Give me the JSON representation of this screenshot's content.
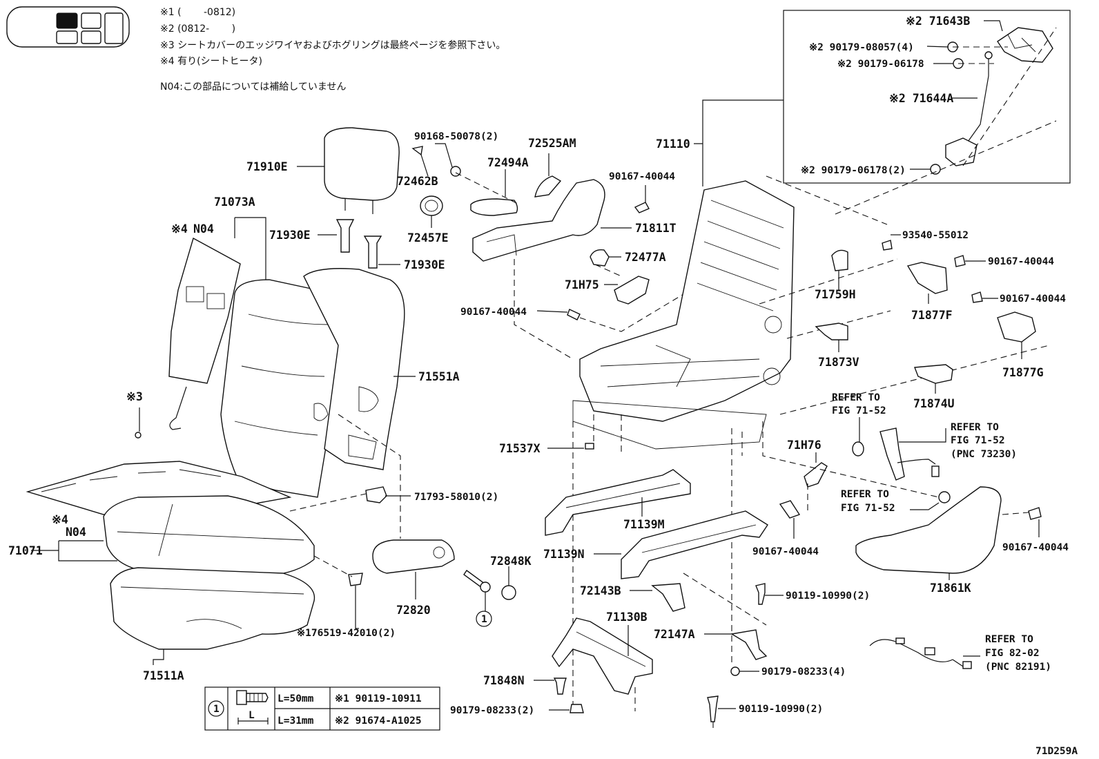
{
  "notes": {
    "n1": "※1 (　　 -0812)",
    "n2": "※2 (0812-　　 )",
    "n3": "※3 シートカバーのエッジワイヤおよびホグリングは最終ページを参照下さい。",
    "n4": "※4 有り(シートヒータ)",
    "n04": "N04:この部品については補給していません"
  },
  "labels": {
    "p71910E": "71910E",
    "p71073A": "71073A",
    "p71930E_1": "71930E",
    "p71930E_2": "71930E",
    "n4_top": "※4",
    "n04_top": "N04",
    "n3_side": "※3",
    "p71551A": "71551A",
    "p71071": "71071",
    "n4_bot": "※4",
    "n04_bot": "N04",
    "p71511A": "71511A",
    "p76519": "※176519-42010(2)",
    "p71793": "71793-58010(2)",
    "p72820": "72820",
    "p72848K": "72848K",
    "p90168": "90168-50078(2)",
    "p72462B": "72462B",
    "p72525AM": "72525AM",
    "p72494A": "72494A",
    "p72457E": "72457E",
    "p90167_a": "90167-40044",
    "p71811T": "71811T",
    "p72477A": "72477A",
    "p71H75": "71H75",
    "p90167_b": "90167-40044",
    "p71110": "71110",
    "p71643B": "※2 71643B",
    "p90179_08057": "※2 90179-08057(4)",
    "p90179_06178": "※2 90179-06178",
    "p71644A": "※2 71644A",
    "p90179_06178_2": "※2 90179-06178(2)",
    "p93540": "93540-55012",
    "p90167_c": "90167-40044",
    "p71759H": "71759H",
    "p71877F": "71877F",
    "p90167_d": "90167-40044",
    "p71873V": "71873V",
    "p71877G": "71877G",
    "p71874U": "71874U",
    "refer1a": "REFER TO",
    "refer1b": "FIG 71-52",
    "refer2a": "REFER TO",
    "refer2b": "FIG 71-52",
    "refer2c": "(PNC 73230)",
    "p71537X": "71537X",
    "p71H76": "71H76",
    "refer3a": "REFER TO",
    "refer3b": "FIG 71-52",
    "p71139M": "71139M",
    "p71139N": "71139N",
    "p90167_e": "90167-40044",
    "p90167_f": "90167-40044",
    "p71861K": "71861K",
    "p72143B": "72143B",
    "p90119_a": "90119-10990(2)",
    "p71130B": "71130B",
    "p72147A": "72147A",
    "refer4a": "REFER TO",
    "refer4b": "FIG 82-02",
    "refer4c": "(PNC 82191)",
    "p90179_08233_4": "90179-08233(4)",
    "p71848N": "71848N",
    "p90179_08233_2": "90179-08233(2)",
    "p90119_b": "90119-10990(2)",
    "circle1": "1",
    "circle2": "1"
  },
  "table": {
    "key": "1",
    "dim": "L",
    "rows": [
      {
        "length": "L=50mm",
        "part": "※1 90119-10911"
      },
      {
        "length": "L=31mm",
        "part": "※2 91674-A1025"
      }
    ]
  },
  "figure_id": "71D259A"
}
